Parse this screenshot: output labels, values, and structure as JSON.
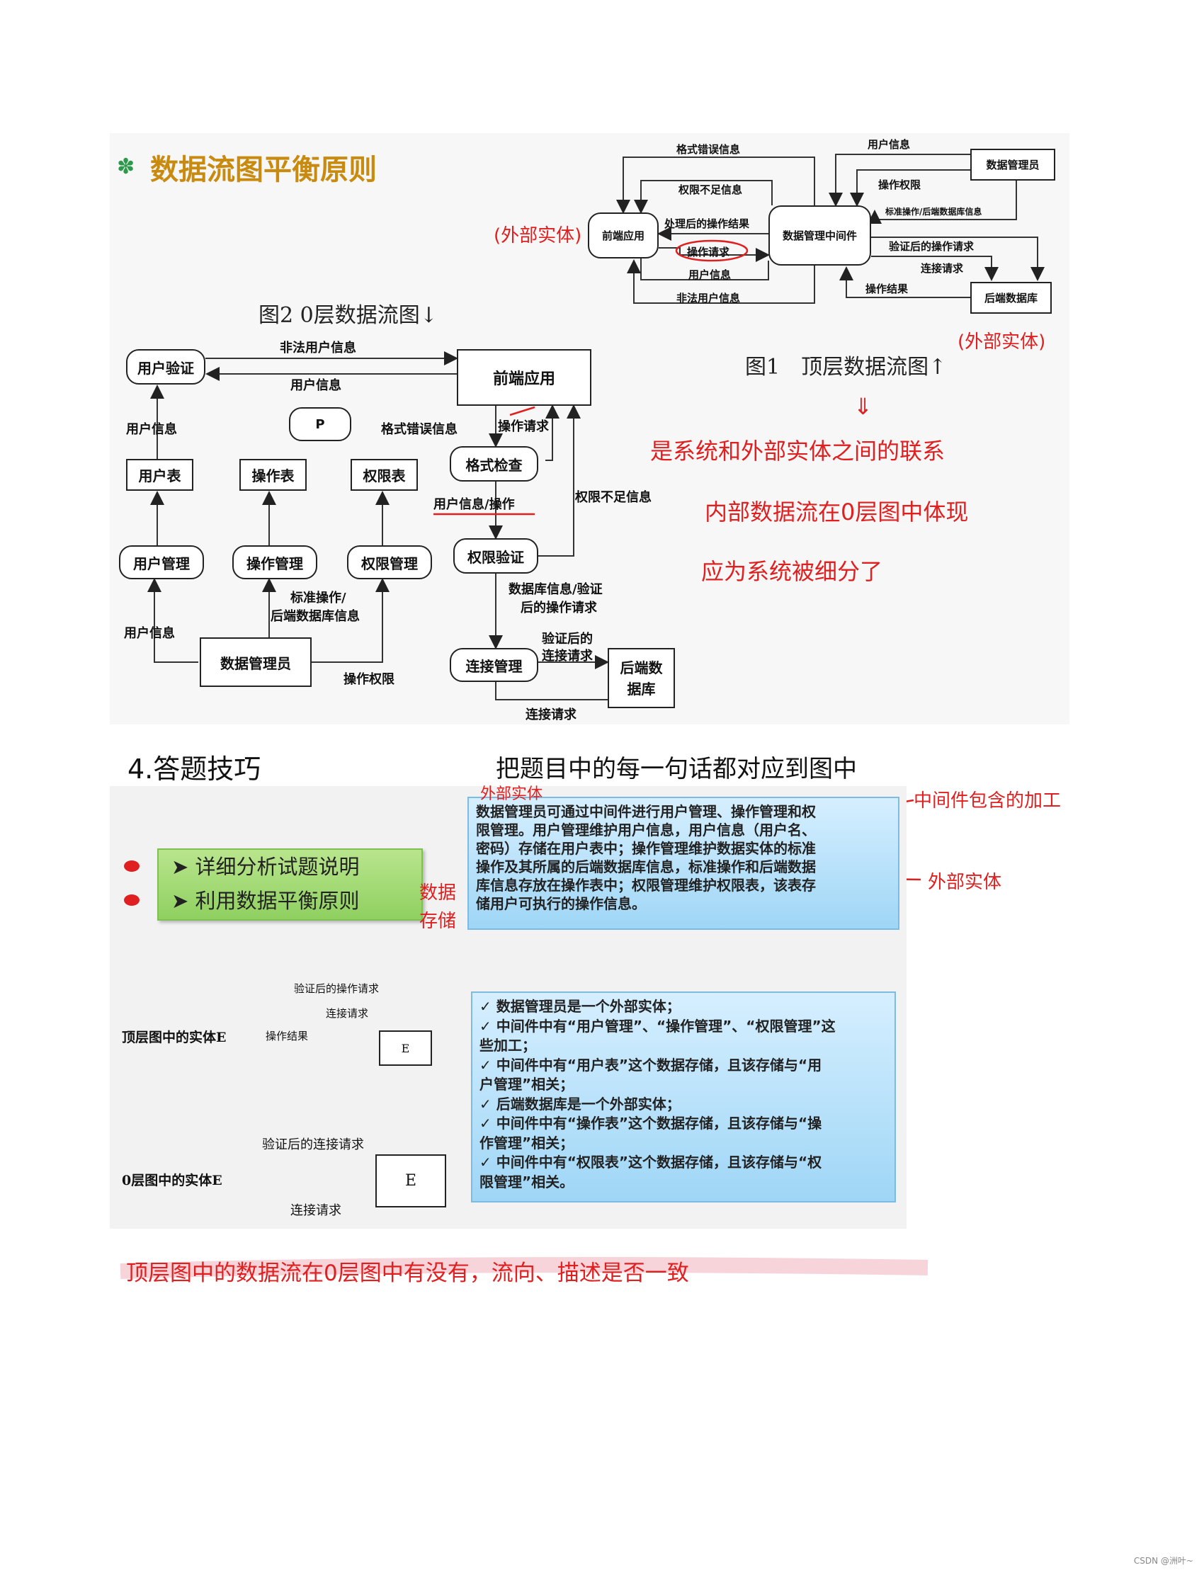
{
  "slide1": {
    "title": "数据流图平衡原则",
    "fig2_caption": "图2 0层数据流图↓",
    "fig1_caption": "图1　顶层数据流图↑",
    "top": {
      "nodes": {
        "frontend": "前端应用",
        "middleware": "数据管理中间件",
        "admin": "数据管理员",
        "backend_db": "后端数据库"
      },
      "flows": {
        "format_error": "格式错误信息",
        "no_permission": "权限不足信息",
        "processed_result": "处理后的操作结果",
        "op_request": "操作请求",
        "user_info": "用户信息",
        "illegal_user": "非法用户信息",
        "admin_user_info": "用户信息",
        "op_permission": "操作权限",
        "std_ops": "标准操作/后端数据库信息",
        "verified_request": "验证后的操作请求",
        "connect_request": "连接请求",
        "op_result": "操作结果"
      }
    },
    "level0": {
      "nodes": {
        "user_verify": "用户验证",
        "frontend": "前端应用",
        "p": "P",
        "format_check": "格式检查",
        "user_table": "用户表",
        "op_table": "操作表",
        "perm_table": "权限表",
        "user_mgmt": "用户管理",
        "op_mgmt": "操作管理",
        "perm_mgmt": "权限管理",
        "perm_verify": "权限验证",
        "admin": "数据管理员",
        "connect_mgmt": "连接管理",
        "backend_db": "后端数据库"
      },
      "flows": {
        "illegal_user": "非法用户信息",
        "user_info_back": "用户信息",
        "user_info_up": "用户信息",
        "format_error": "格式错误信息",
        "op_request": "操作请求",
        "user_info_op": "用户信息/操作",
        "no_permission": "权限不足信息",
        "std_ops_1": "标准操作/",
        "std_ops_2": "后端数据库信息",
        "admin_user_info": "用户信息",
        "op_permission": "操作权限",
        "db_info_1": "数据库信息/验证",
        "db_info_2": "后的操作请求",
        "verified_conn_1": "验证后的",
        "verified_conn_2": "连接请求",
        "connect_request": "连接请求"
      }
    }
  },
  "annotations": {
    "external_entity_1": "(外部实体)",
    "external_entity_2": "(外部实体)",
    "arrow_down": "⇓",
    "note1": "是系统和外部实体之间的联系",
    "note2": "内部数据流在0层图中体现",
    "note3": "应为系统被细分了",
    "section_heading": "4.答题技巧",
    "tip_heading": "把题目中的每一句话都对应到图中",
    "ext_entity_label": "外部实体",
    "middleware_processing": "中间件包含的加工",
    "ext_entity_right": "外部实体",
    "data_store_1": "数据",
    "data_store_2": "存储",
    "bottom_note": "顶层图中的数据流在0层图中有没有，流向、描述是否一致"
  },
  "slide2": {
    "tips": [
      "详细分析试题说明",
      "利用数据平衡原则"
    ],
    "desc_lines": [
      "数据管理员可通过中间件进行用户管理、操作管理和权",
      "限管理。用户管理维护用户信息，用户信息（用户名、",
      "密码）存储在用户表中；操作管理维护数据实体的标准",
      "操作及其所属的后端数据库信息，标准操作和后端数据",
      "库信息存放在操作表中；权限管理维护权限表，该表存",
      "储用户可执行的操作信息。"
    ],
    "findings": [
      "✓ 数据管理员是一个外部实体；",
      "✓ 中间件中有“用户管理”、“操作管理”、“权限管理”这",
      "些加工；",
      "✓ 中间件中有“用户表”这个数据存储，且该存储与“用",
      "户管理”相关；",
      "✓ 后端数据库是一个外部实体；",
      "✓ 中间件中有“操作表”这个数据存储，且该存储与“操",
      "作管理”相关；",
      "✓ 中间件中有“权限表”这个数据存储，且该存储与“权",
      "限管理”相关。"
    ],
    "top_entity_label": "顶层图中的实体E",
    "level0_entity_label": "0层图中的实体E",
    "entity": "E",
    "verified_op": "验证后的操作请求",
    "connect_req": "连接请求",
    "op_result": "操作结果",
    "verified_conn": "验证后的连接请求",
    "connect_req_2": "连接请求"
  },
  "watermark": "CSDN @洲叶~",
  "colors": {
    "title_gold": "#c98a10",
    "annotation_red": "#e02020",
    "tip_green": "#8fd060",
    "info_blue": "#9fd6f6"
  }
}
